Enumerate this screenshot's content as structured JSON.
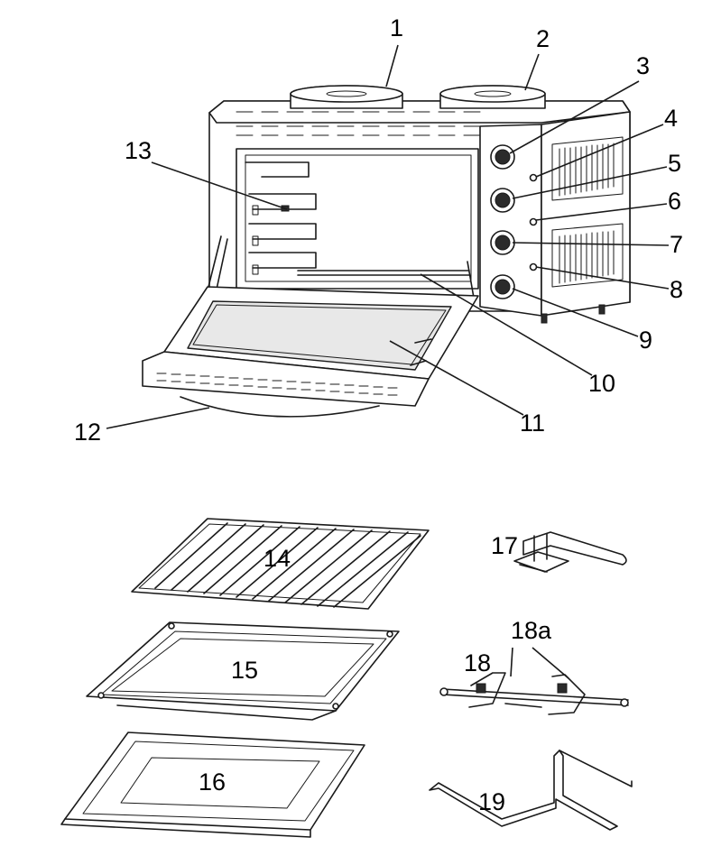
{
  "callouts": {
    "c1": "1",
    "c2": "2",
    "c3": "3",
    "c4": "4",
    "c5": "5",
    "c6": "6",
    "c7": "7",
    "c8": "8",
    "c9": "9",
    "c10": "10",
    "c11": "11",
    "c12": "12",
    "c13": "13",
    "c14": "14",
    "c15": "15",
    "c16": "16",
    "c17": "17",
    "c18": "18",
    "c18a": "18a",
    "c19": "19"
  }
}
